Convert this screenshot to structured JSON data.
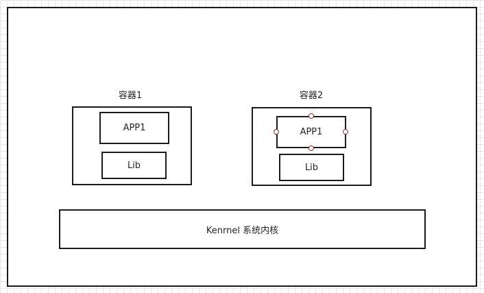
{
  "container1": {
    "title": "容器1",
    "app_label": "APP1",
    "lib_label": "Lib"
  },
  "container2": {
    "title": "容器2",
    "app_label": "APP1",
    "lib_label": "Lib"
  },
  "kernel": {
    "label": "Kenrnel 系统内核"
  },
  "colors": {
    "stroke": "#1a1a1a",
    "grid": "#e6e6e6",
    "handle": "#9a2b2b"
  }
}
